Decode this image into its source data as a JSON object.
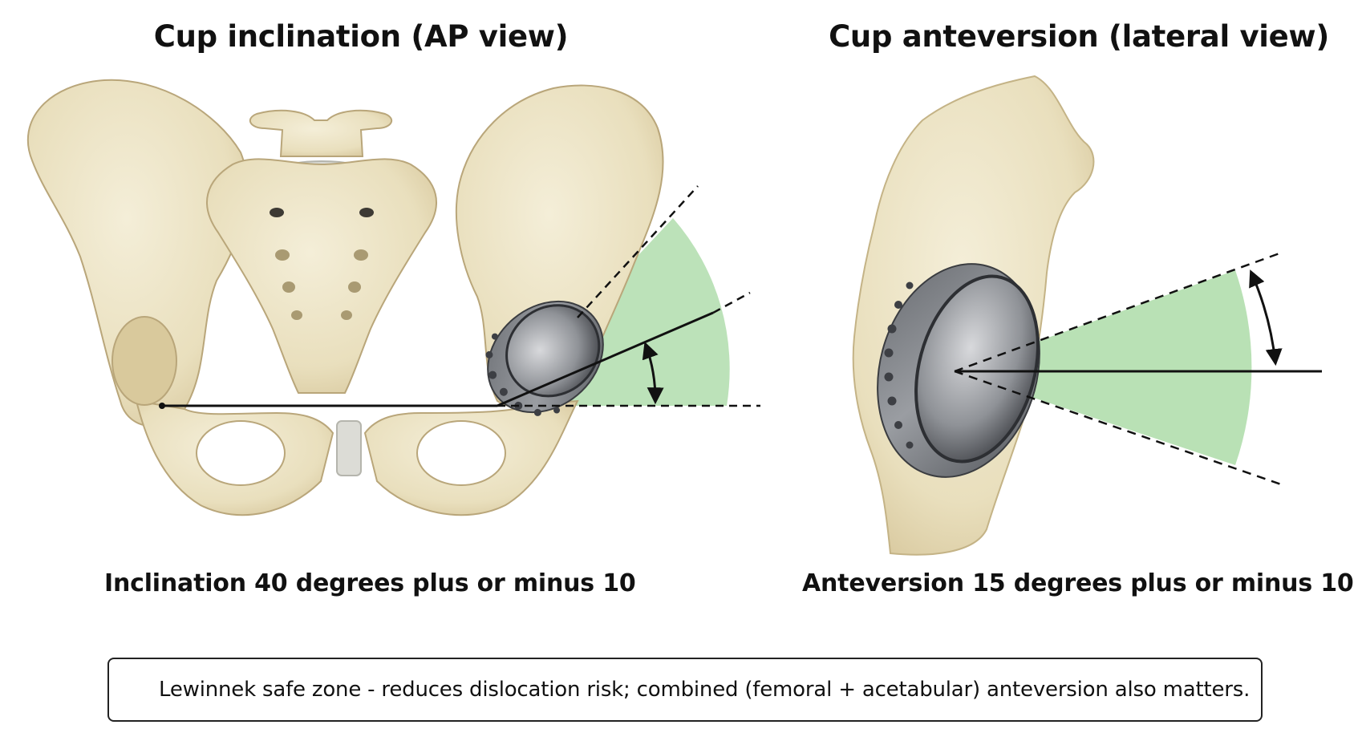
{
  "panels": {
    "left": {
      "title": "Cup inclination (AP view)",
      "caption": "Inclination 40 degrees plus or minus 10",
      "target_angle_deg": 40,
      "tolerance_deg": 10
    },
    "right": {
      "title": "Cup anteversion (lateral view)",
      "caption": "Anteversion 15 degrees plus or minus 10",
      "target_angle_deg": 15,
      "tolerance_deg": 10
    }
  },
  "note": {
    "text": "Lewinnek safe zone - reduces dislocation risk; combined (femoral + acetabular) anteversion also matters."
  },
  "colors": {
    "bone": "#ece3c4",
    "bone_shadow": "#c9b98e",
    "safe_zone": "#b5dfb1",
    "implant": "#8e9196"
  }
}
